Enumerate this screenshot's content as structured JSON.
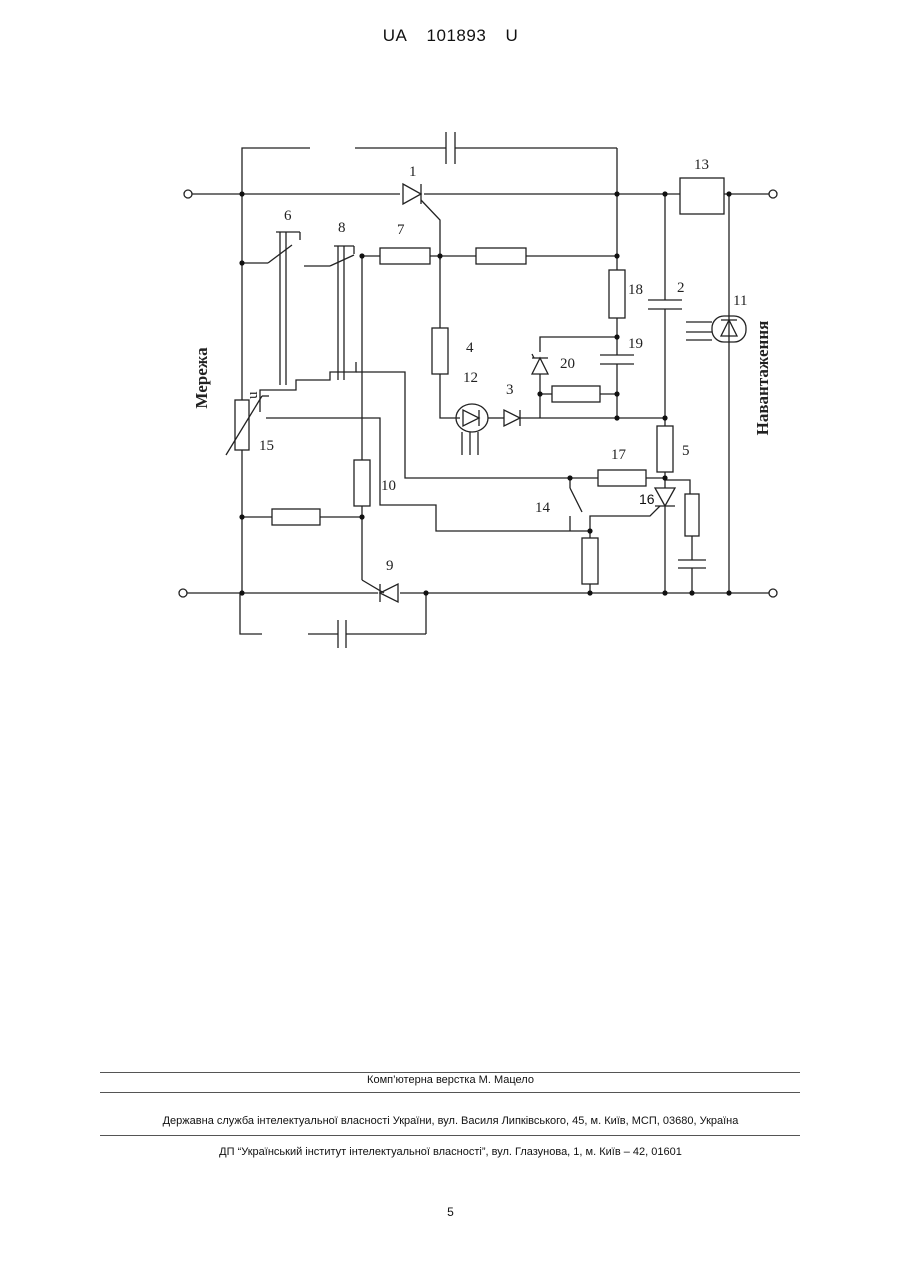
{
  "header": {
    "prefix": "UA",
    "number": "101893",
    "kind": "U"
  },
  "schematic": {
    "side_left": "Мережа",
    "side_right": "Навантаження",
    "component_labels": {
      "c1": "1",
      "c2": "2",
      "c3": "3",
      "c4": "4",
      "c5": "5",
      "c6": "6",
      "c7": "7",
      "c8": "8",
      "c9": "9",
      "c10": "10",
      "c11": "11",
      "c12": "12",
      "c13": "13",
      "c14": "14",
      "c15": "15",
      "c16": "16",
      "c17": "17",
      "c18": "18",
      "c19": "19",
      "c20": "20",
      "u": "u"
    }
  },
  "footer": {
    "layout": "Комп’ютерна верстка М. Мацело",
    "service": "Державна служба інтелектуальної власності України, вул. Василя Липківського, 45, м. Київ, МСП, 03680, Україна",
    "institute": "ДП “Український інститут інтелектуальної власності”, вул. Глазунова, 1, м. Київ – 42, 01601",
    "page": "5"
  }
}
